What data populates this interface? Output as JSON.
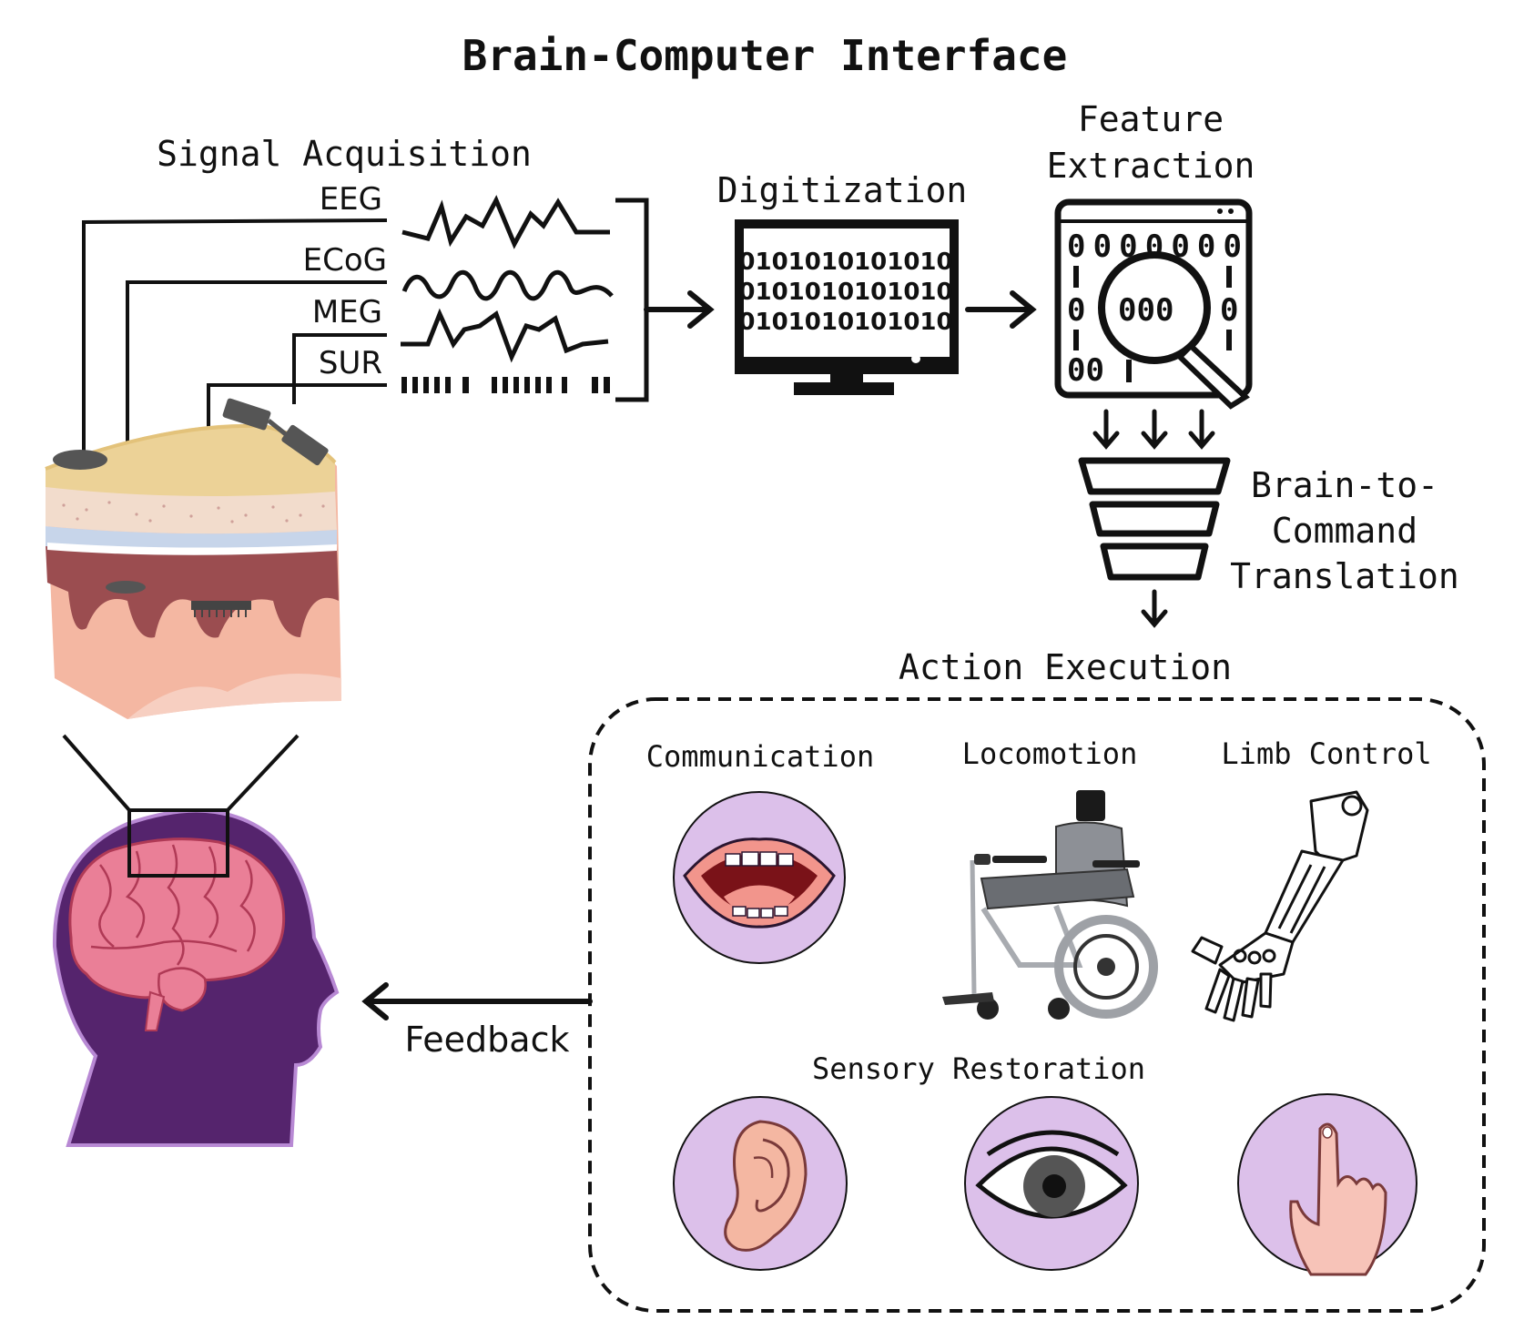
{
  "title": "Brain-Computer Interface",
  "signal_acquisition": {
    "heading": "Signal Acquisition",
    "signals": [
      "EEG",
      "ECoG",
      "MEG",
      "SUR"
    ]
  },
  "digitization": {
    "heading": "Digitization",
    "binary_lines": [
      "0101010101010",
      "0101010101010",
      "0101010101010"
    ]
  },
  "feature_extraction": {
    "heading_line1": "Feature",
    "heading_line2": "Extraction"
  },
  "translation": {
    "line1": "Brain-to-",
    "line2": "Command",
    "line3": "Translation"
  },
  "action_execution": {
    "heading": "Action Execution",
    "items": [
      "Communication",
      "Locomotion",
      "Limb Control"
    ],
    "sensory_heading": "Sensory Restoration"
  },
  "feedback": "Feedback",
  "colors": {
    "purple_head": "#55246d",
    "circle_fill": "#dcc0ea",
    "brain_pink": "#ea7f97",
    "skin": "#f4b7a2",
    "tissue_dark": "#9b4d50"
  },
  "icons": [
    "mouth-icon",
    "wheelchair-icon",
    "robotic-arm-icon",
    "ear-icon",
    "eye-icon",
    "finger-icon",
    "monitor-icon",
    "magnifier-icon",
    "funnel-icon"
  ]
}
